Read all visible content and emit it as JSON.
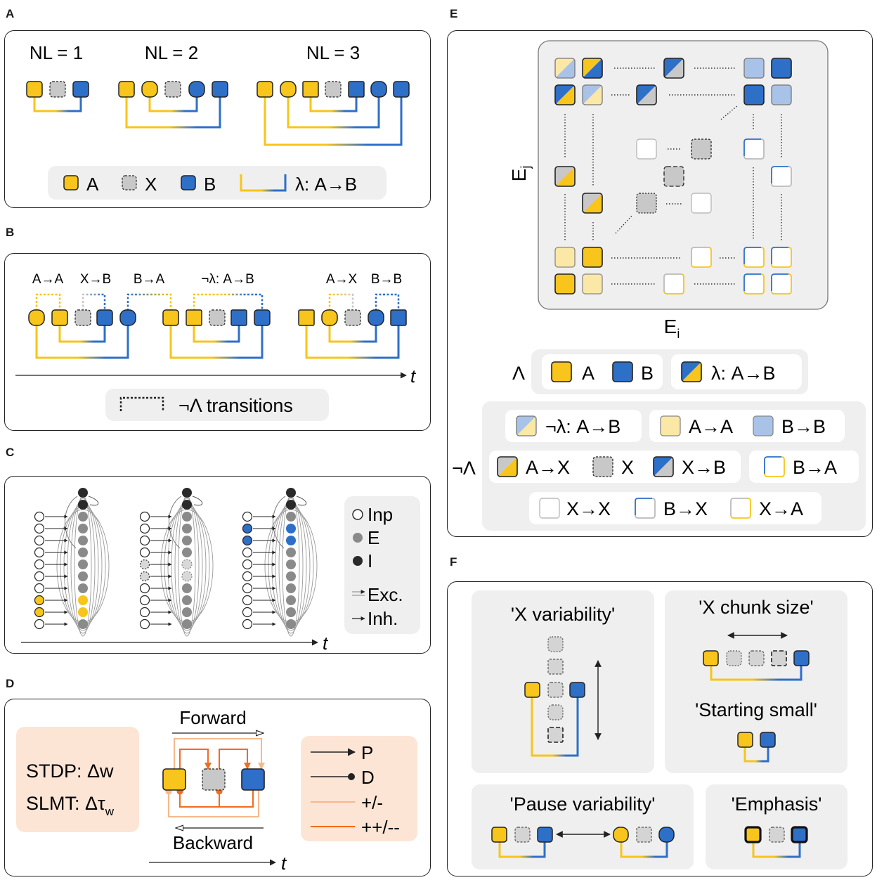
{
  "panels": {
    "a": "A",
    "b": "B",
    "c": "C",
    "d": "D",
    "e": "E",
    "f": "F"
  },
  "colors": {
    "yellow": "#F7C51B",
    "blue": "#2E6FC8",
    "gray": "#C8C8C8",
    "dark": "#222222",
    "light_yellow": "#FBE8A6",
    "light_blue": "#A9C3E8",
    "orange": "#F26B1F",
    "light_orange": "#F7B98A",
    "peach_bg": "#FDE5D6",
    "panel_bg": "#EFEFEF"
  },
  "panel_a": {
    "nl1": "NL = 1",
    "nl2": "NL = 2",
    "nl3": "NL = 3",
    "legend": {
      "a": "A",
      "x": "X",
      "b": "B",
      "lambda": "λ: A→B"
    }
  },
  "panel_b": {
    "labels": [
      "A→A",
      "X→B",
      "B→A",
      "¬λ: A→B",
      "A→X",
      "B→B"
    ],
    "time": "t",
    "legend": "¬Λ transitions"
  },
  "panel_c": {
    "legend": {
      "inp": "Inp",
      "e": "E",
      "i": "I",
      "exc": "Exc.",
      "inh": "Inh."
    },
    "time": "t"
  },
  "panel_d": {
    "rule1": "STDP: Δw",
    "rule2": "SLMT: Δτ",
    "rule2_sub": "w",
    "forward": "Forward",
    "backward": "Backward",
    "time": "t",
    "legend": {
      "p": "P",
      "d": "D",
      "pm": "+/-",
      "ppmm": "++/--"
    }
  },
  "panel_e": {
    "ylabel": "E",
    "ylabel_sub": "j",
    "xlabel": "E",
    "xlabel_sub": "i",
    "lambda_row_label": "Λ",
    "notlambda_row_label": "¬Λ",
    "lambda_items": {
      "a": "A",
      "b": "B",
      "lambda": "λ: A→B"
    },
    "notlambda_items": {
      "notlambda": "¬λ: A→B",
      "aa": "A→A",
      "bb": "B→B",
      "ax": "A→X",
      "x": "X",
      "xb": "X→B",
      "ba": "B→A",
      "xx": "X→X",
      "bx": "B→X",
      "xa": "X→A"
    }
  },
  "panel_f": {
    "x_variability": "'X variability'",
    "x_chunk_size": "'X chunk size'",
    "starting_small": "'Starting small'",
    "pause_variability": "'Pause variability'",
    "emphasis": "'Emphasis'"
  }
}
